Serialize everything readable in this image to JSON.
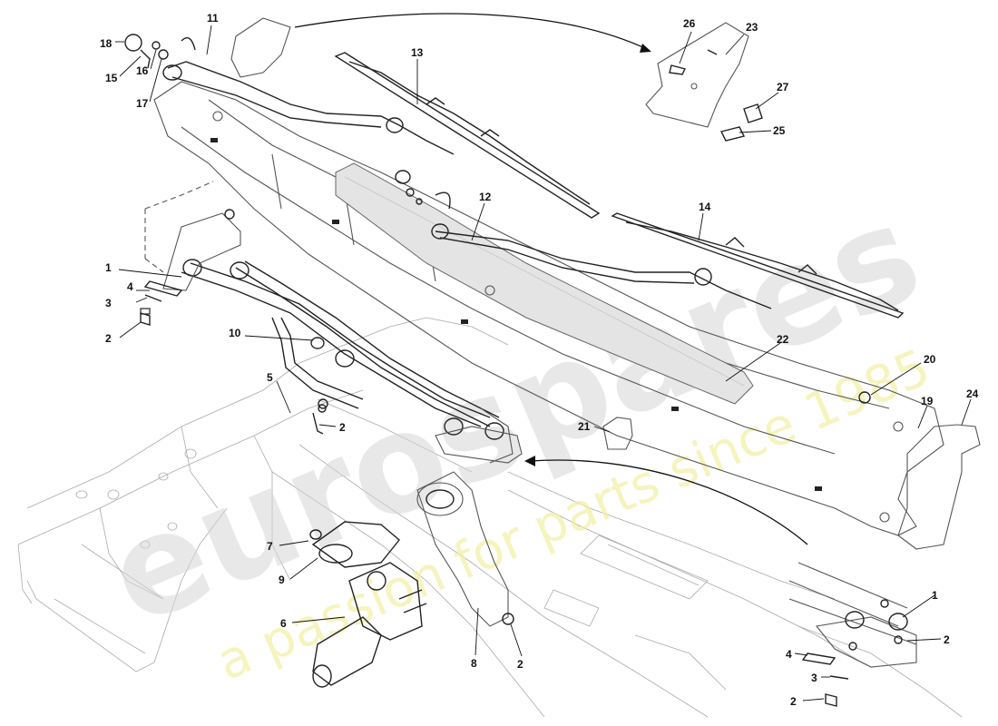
{
  "watermark": {
    "brand": "eurospares",
    "tagline": "a passion for parts since 1985"
  },
  "callouts": [
    {
      "id": "c18",
      "label": "18"
    },
    {
      "id": "c11",
      "label": "11"
    },
    {
      "id": "c15",
      "label": "15"
    },
    {
      "id": "c16",
      "label": "16"
    },
    {
      "id": "c17",
      "label": "17"
    },
    {
      "id": "c13",
      "label": "13"
    },
    {
      "id": "c26",
      "label": "26"
    },
    {
      "id": "c23",
      "label": "23"
    },
    {
      "id": "c27",
      "label": "27"
    },
    {
      "id": "c25",
      "label": "25"
    },
    {
      "id": "c12",
      "label": "12"
    },
    {
      "id": "c14",
      "label": "14"
    },
    {
      "id": "c1a",
      "label": "1"
    },
    {
      "id": "c4a",
      "label": "4"
    },
    {
      "id": "c3a",
      "label": "3"
    },
    {
      "id": "c2a",
      "label": "2"
    },
    {
      "id": "c10",
      "label": "10"
    },
    {
      "id": "c22",
      "label": "22"
    },
    {
      "id": "c20",
      "label": "20"
    },
    {
      "id": "c5",
      "label": "5"
    },
    {
      "id": "c2b",
      "label": "2"
    },
    {
      "id": "c19",
      "label": "19"
    },
    {
      "id": "c24",
      "label": "24"
    },
    {
      "id": "c21",
      "label": "21"
    },
    {
      "id": "c7",
      "label": "7"
    },
    {
      "id": "c9",
      "label": "9"
    },
    {
      "id": "c6",
      "label": "6"
    },
    {
      "id": "c8",
      "label": "8"
    },
    {
      "id": "c2c",
      "label": "2"
    },
    {
      "id": "c1b",
      "label": "1"
    },
    {
      "id": "c2d",
      "label": "2"
    },
    {
      "id": "c4b",
      "label": "4"
    },
    {
      "id": "c3b",
      "label": "3"
    },
    {
      "id": "c2e",
      "label": "2"
    }
  ]
}
